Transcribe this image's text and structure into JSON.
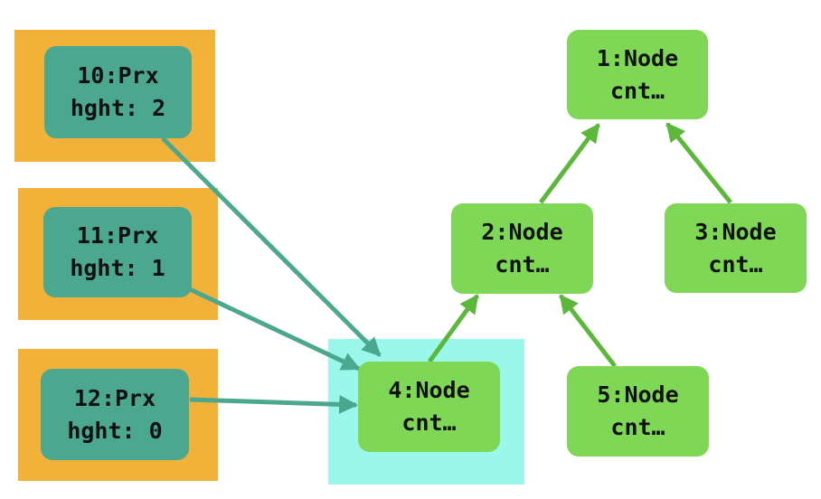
{
  "colors": {
    "proxy_group_bg": "#F2B23A",
    "highlight_bg": "#9AF8EA",
    "proxy_node": "#4BA88F",
    "node": "#7ED856",
    "proxy_edge": "#4BA88F",
    "node_edge": "#5CB83A"
  },
  "proxies": [
    {
      "id": "10",
      "line1": "10:Prx",
      "line2": "hght: 2"
    },
    {
      "id": "11",
      "line1": "11:Prx",
      "line2": "hght: 1"
    },
    {
      "id": "12",
      "line1": "12:Prx",
      "line2": "hght: 0"
    }
  ],
  "nodes": [
    {
      "id": "1",
      "line1": "1:Node",
      "line2": "cnt…"
    },
    {
      "id": "2",
      "line1": "2:Node",
      "line2": "cnt…"
    },
    {
      "id": "3",
      "line1": "3:Node",
      "line2": "cnt…"
    },
    {
      "id": "4",
      "line1": "4:Node",
      "line2": "cnt…"
    },
    {
      "id": "5",
      "line1": "5:Node",
      "line2": "cnt…"
    }
  ],
  "edges": [
    {
      "from": "10",
      "to": "4",
      "kind": "proxy"
    },
    {
      "from": "11",
      "to": "4",
      "kind": "proxy"
    },
    {
      "from": "12",
      "to": "4",
      "kind": "proxy"
    },
    {
      "from": "4",
      "to": "2",
      "kind": "node"
    },
    {
      "from": "2",
      "to": "1",
      "kind": "node"
    },
    {
      "from": "3",
      "to": "1",
      "kind": "node"
    },
    {
      "from": "5",
      "to": "2",
      "kind": "node"
    }
  ]
}
